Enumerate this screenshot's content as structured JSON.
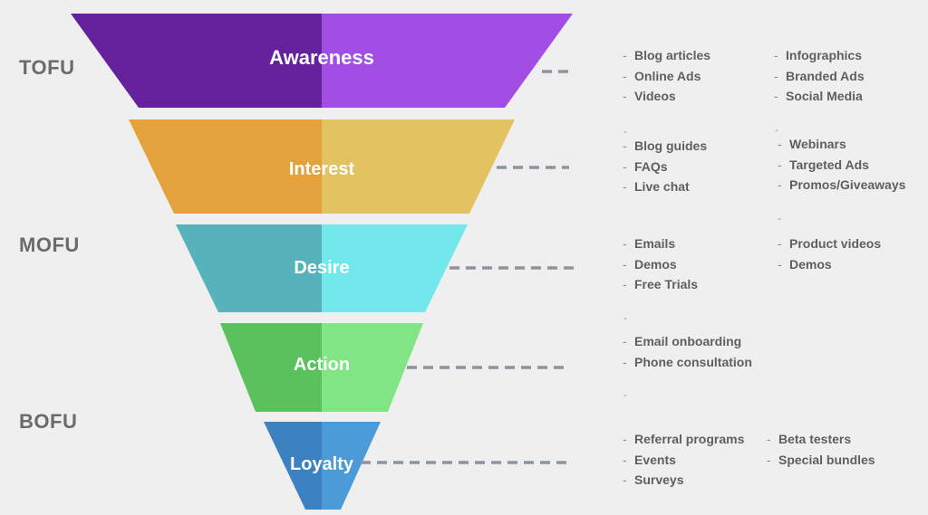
{
  "stages": [
    {
      "label": "Awareness",
      "color_dark": "#65219c",
      "color_light": "#a24de3"
    },
    {
      "label": "Interest",
      "color_dark": "#e4a23c",
      "color_light": "#e3c361"
    },
    {
      "label": "Desire",
      "color_dark": "#56b2bb",
      "color_light": "#72e7ec"
    },
    {
      "label": "Action",
      "color_dark": "#5ac15c",
      "color_light": "#82e584"
    },
    {
      "label": "Loyalty",
      "color_dark": "#3d82c0",
      "color_light": "#4b9bd9"
    }
  ],
  "connector_color": "#8e949c",
  "tiers": {
    "tofu": "TOFU",
    "mofu": "MOFU",
    "bofu": "BOFU"
  },
  "tactics": {
    "awareness": {
      "left": [
        "Blog articles",
        "Online Ads",
        "Videos"
      ],
      "right": [
        "Infographics",
        "Branded Ads",
        "Social Media"
      ]
    },
    "interest": {
      "left": [
        "Blog guides",
        "FAQs",
        "Live chat"
      ],
      "right": [
        "Webinars",
        "Targeted Ads",
        "Promos/Giveaways"
      ]
    },
    "desire": {
      "left": [
        "Emails",
        "Demos",
        "Free Trials"
      ],
      "right": [
        "Product videos",
        "Demos"
      ]
    },
    "action": {
      "left": [
        "Email onboarding",
        "Phone consultation"
      ]
    },
    "loyalty": {
      "left": [
        "Referral programs",
        "Events",
        "Surveys"
      ],
      "right": [
        "Beta testers",
        "Special bundles"
      ]
    }
  }
}
